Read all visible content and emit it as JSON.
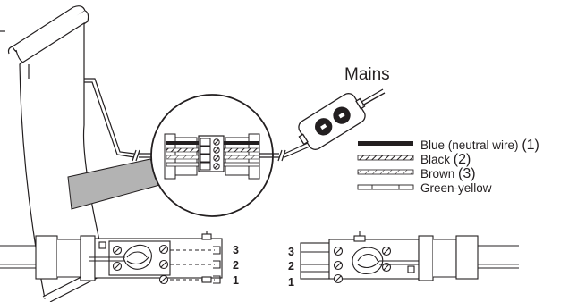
{
  "labels": {
    "mains": "Mains"
  },
  "legend": [
    {
      "name": "Blue (neutral wire)",
      "number": "(1)",
      "pattern": "dark-hatch"
    },
    {
      "name": "Black",
      "number": "(2)",
      "pattern": "diagonal-hatch"
    },
    {
      "name": "Brown",
      "number": "(3)",
      "pattern": "light-hatch"
    },
    {
      "name": "Green-yellow",
      "number": "",
      "pattern": "open-segmented"
    }
  ],
  "connector_left": {
    "terminals": [
      "3",
      "2",
      "1"
    ]
  },
  "connector_right": {
    "terminals": [
      "3",
      "2",
      "1"
    ]
  },
  "colors": {
    "line": "#231f20",
    "fill": "#ffffff",
    "wedge": "#b3b3b3"
  }
}
